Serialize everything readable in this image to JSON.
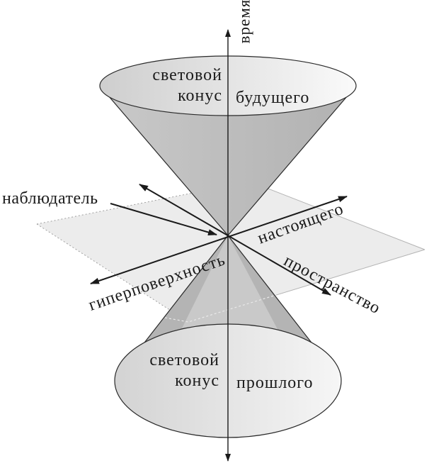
{
  "diagram": {
    "type": "minkowski-light-cone",
    "labels": {
      "time_axis": "время",
      "observer": "наблюдатель",
      "future_cone": {
        "line1": "световой",
        "line2": "конус",
        "qualifier": "будущего"
      },
      "past_cone": {
        "line1": "световой",
        "line2": "конус",
        "qualifier": "прошлого"
      },
      "hypersurface": "гиперповерхность",
      "present": "настоящего",
      "space": "пространство"
    },
    "colors": {
      "background": "#ffffff",
      "plane_fill": "#ececec",
      "plane_edge_solid": "#b3b3b3",
      "plane_edge_dashed": "#9f9f9f",
      "plane_hidden_dash": "#e9e9e9",
      "cone_side_dark": "#b4b4b4",
      "cone_side_light": "#c9c9c9",
      "cone_gradient_from": "#c9c9c9",
      "cone_gradient_to": "#b1b1b1",
      "top_ellipse_from": "#cecece",
      "top_ellipse_to": "#fafafa",
      "bottom_ellipse_from": "#d3d3d3",
      "bottom_ellipse_to": "#f6f6f6",
      "outline": "#2a2a2a",
      "arrow": "#1a1a1a",
      "text": "#1b1b1b"
    }
  }
}
